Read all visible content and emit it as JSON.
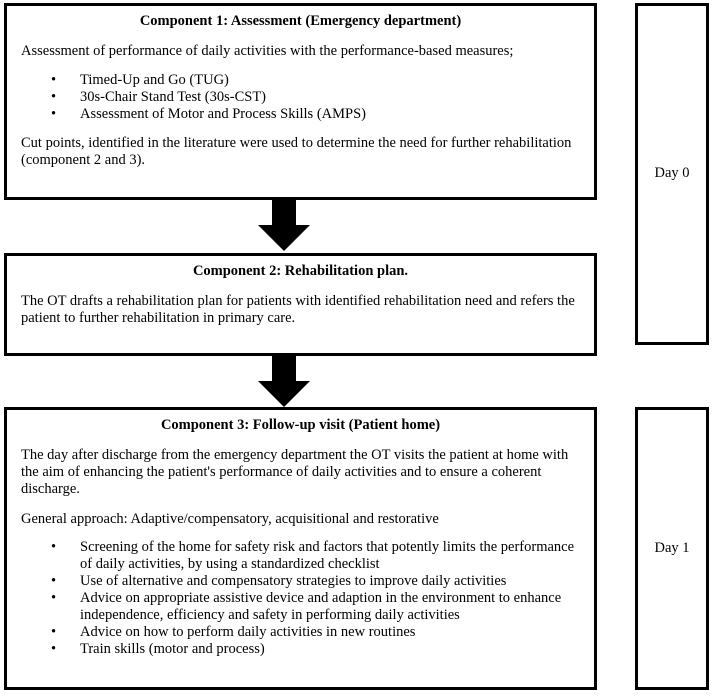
{
  "diagram": {
    "title": "Intervention components flowchart",
    "ink_color": "#000000",
    "paper_color": "#ffffff",
    "components": [
      {
        "id": "component-1",
        "title": "Component 1: Assessment (Emergency department)",
        "intro": "Assessment of performance of daily activities with the performance-based measures;",
        "bullet_glyph": "•",
        "bullets": [
          "Timed-Up and Go (TUG)",
          "30s-Chair Stand Test (30s-CST)",
          "Assessment of Motor and Process Skills (AMPS)"
        ],
        "outro": "Cut points, identified in the literature were used to determine the need for further rehabilitation (component 2 and 3)."
      },
      {
        "id": "component-2",
        "title": "Component 2: Rehabilitation plan.",
        "intro": "The OT drafts a rehabilitation plan for patients with identified rehabilitation need and refers the patient to further rehabilitation in primary care.",
        "bullet_glyph": "•",
        "bullets": [],
        "outro": ""
      },
      {
        "id": "component-3",
        "title": "Component 3: Follow-up visit (Patient home)",
        "intro": "The day after discharge from the emergency department the OT visits the patient at home with the aim of enhancing the patient's performance of daily activities and to ensure a coherent discharge.",
        "approach": "General approach: Adaptive/compensatory, acquisitional and restorative",
        "bullet_glyph": "•",
        "bullets": [
          "Screening of the home for safety risk and factors that potently limits the performance of daily activities, by using a standardized checklist",
          "Use of alternative and compensatory strategies to improve daily activities",
          "Advice on appropriate assistive device and adaption in the environment to enhance independence, efficiency and safety in performing daily activities",
          "Advice on how to perform daily activities in new routines",
          "Train skills (motor and process)"
        ],
        "outro": ""
      }
    ],
    "timeline": [
      {
        "id": "day-0",
        "label": "Day 0"
      },
      {
        "id": "day-1",
        "label": "Day 1"
      }
    ],
    "arrows": [
      {
        "id": "arrow-1-to-2",
        "direction": "down"
      },
      {
        "id": "arrow-2-to-3",
        "direction": "down"
      }
    ]
  }
}
